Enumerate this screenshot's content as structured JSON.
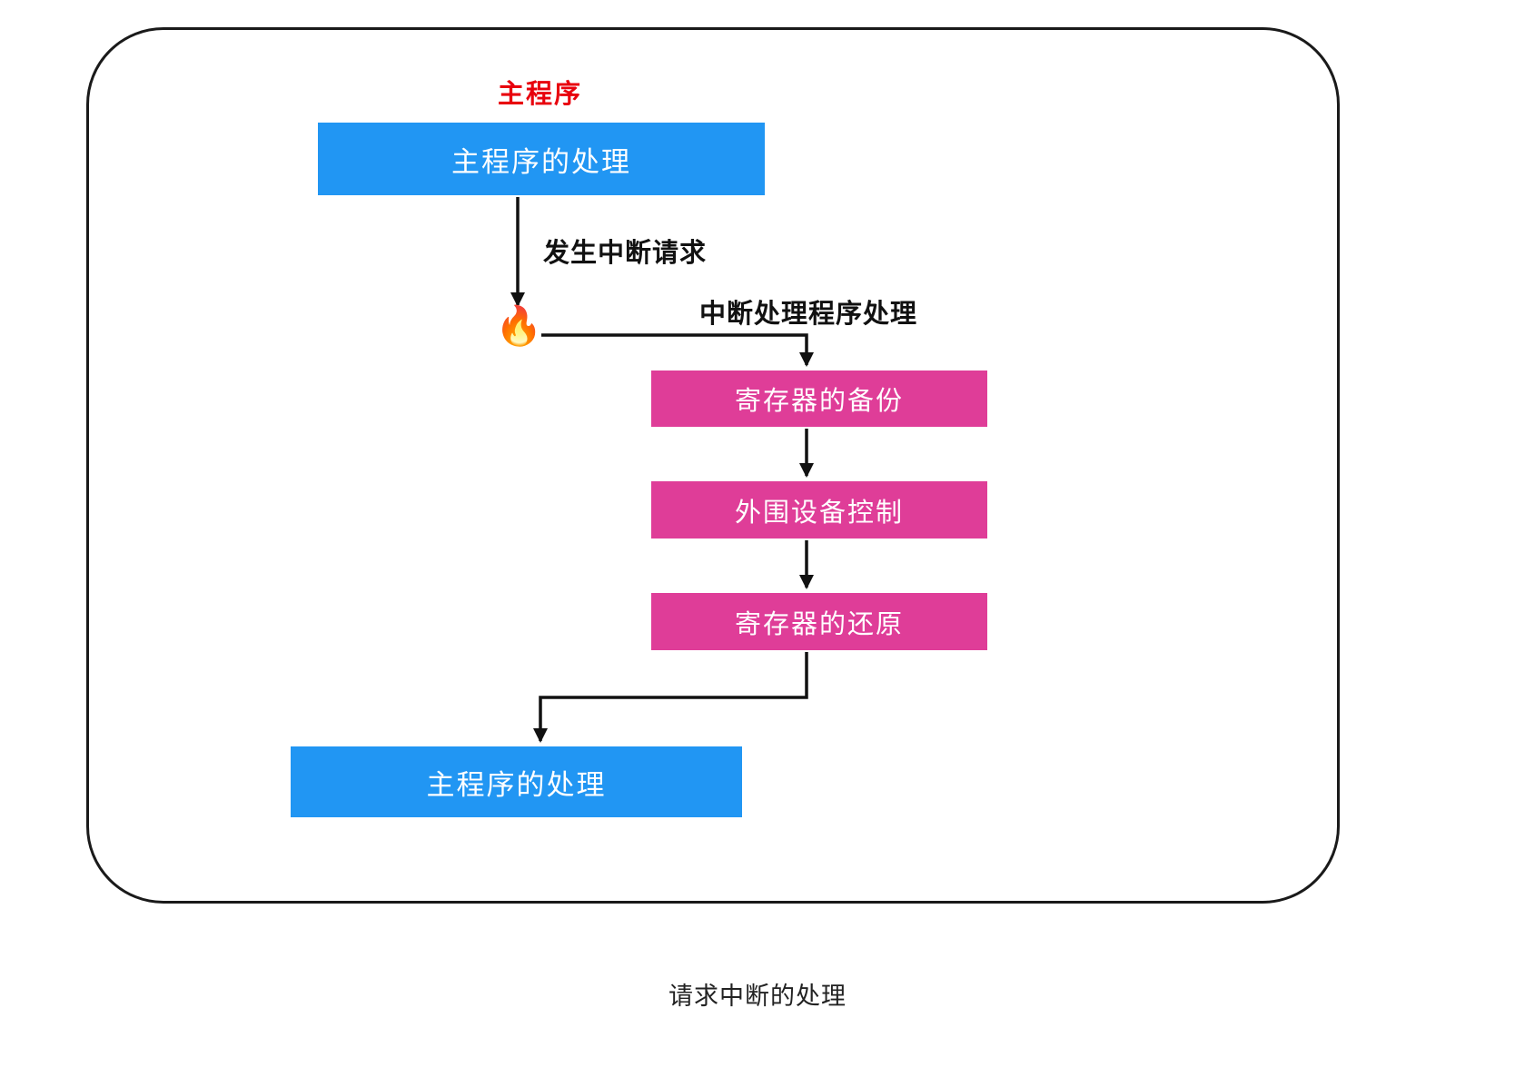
{
  "diagram": {
    "title_label": "主程序",
    "caption": "请求中断的处理",
    "fire_icon": "🔥",
    "nodes": {
      "main_top": "主程序的处理",
      "reg_backup": "寄存器的备份",
      "peripheral_control": "外围设备控制",
      "reg_restore": "寄存器的还原",
      "main_bottom": "主程序的处理"
    },
    "edge_labels": {
      "interrupt_request": "发生中断请求",
      "interrupt_handler": "中断处理程序处理"
    },
    "colors": {
      "main_program_box": "#2196f3",
      "interrupt_handler_box": "#df3d98",
      "title_red": "#e8000d",
      "line_black": "#111111",
      "frame_border": "#1a1a1a"
    }
  }
}
